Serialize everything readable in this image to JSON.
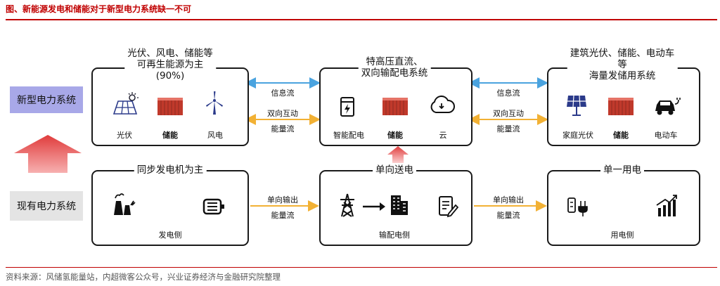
{
  "figure_title": "图、新能源发电和储能对于新型电力系统缺一不可",
  "source_note": "资料来源：风储氢能量站，内超微客公众号，兴业证券经济与金融研究院整理",
  "labels": {
    "new_system": "新型电力系统",
    "current_system": "现有电力系统"
  },
  "new_row": {
    "generation": {
      "title_lines": [
        "光伏、风电、储能等",
        "可再生能源为主",
        "(90%)"
      ],
      "icons": [
        {
          "label": "光伏",
          "bold": false,
          "icon": "solar-panel-icon"
        },
        {
          "label": "储能",
          "bold": true,
          "icon": "battery-container-icon"
        },
        {
          "label": "风电",
          "bold": false,
          "icon": "wind-turbine-icon"
        }
      ]
    },
    "grid": {
      "title_lines": [
        "特高压直流、",
        "双向输配电系统"
      ],
      "icons": [
        {
          "label": "智能配电",
          "bold": false,
          "icon": "smart-distribution-icon"
        },
        {
          "label": "储能",
          "bold": true,
          "icon": "battery-container-icon"
        },
        {
          "label": "云",
          "bold": false,
          "icon": "cloud-icon"
        }
      ]
    },
    "consumption": {
      "title_lines": [
        "建筑光伏、储能、电动车",
        "等",
        "海量发储用系统"
      ],
      "icons": [
        {
          "label": "家庭光伏",
          "bold": false,
          "icon": "home-solar-icon"
        },
        {
          "label": "储能",
          "bold": true,
          "icon": "battery-container-icon"
        },
        {
          "label": "电动车",
          "bold": false,
          "icon": "electric-car-icon"
        }
      ]
    },
    "flows": {
      "info": "信息流",
      "bidirectional": "双向互动",
      "energy": "能量流"
    }
  },
  "current_row": {
    "generation": {
      "title": "同步发电机为主",
      "bottom_label": "发电侧"
    },
    "grid": {
      "title": "单向送电",
      "bottom_label": "输配电侧"
    },
    "consumption": {
      "title": "单一用电",
      "bottom_label": "用电侧"
    },
    "flows": {
      "oneway": "单向输出",
      "energy": "能量流"
    }
  },
  "colors": {
    "title_red": "#c00000",
    "info_arrow": "#4aa3df",
    "energy_arrow": "#f2b134",
    "up_arrow": "#e86060",
    "battery_red": "#c0392b"
  }
}
